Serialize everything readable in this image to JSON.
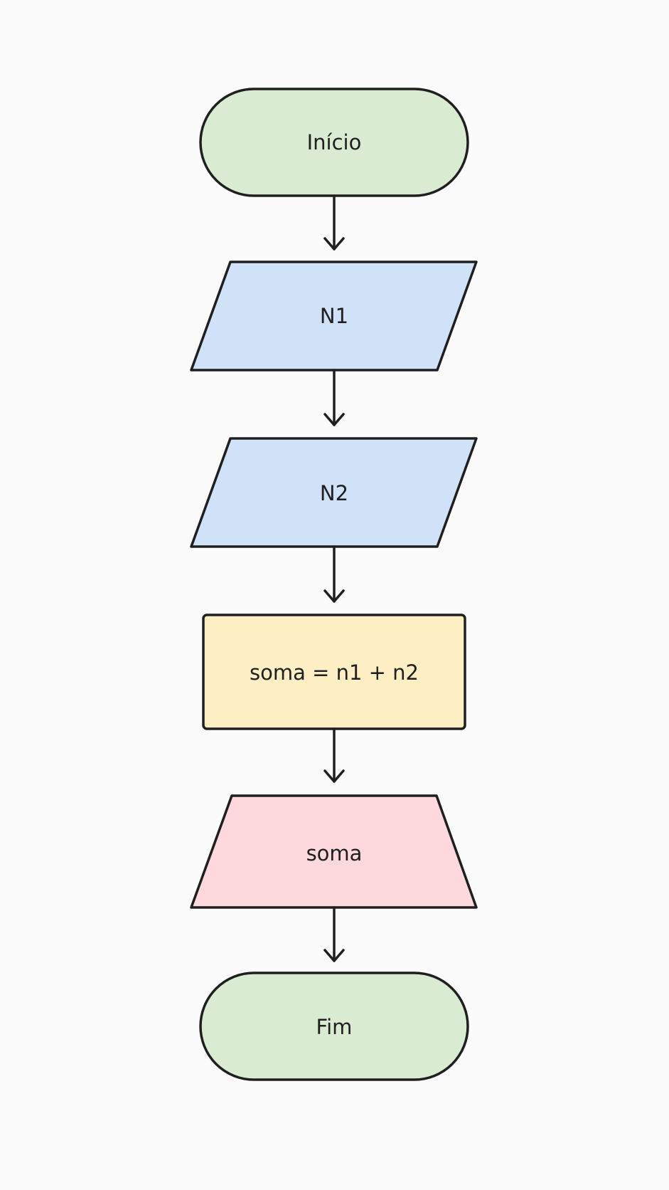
{
  "flowchart": {
    "colors": {
      "terminal": "#d9ecd1",
      "input": "#cfe2f8",
      "process": "#fdefc3",
      "output": "#fdd8dc",
      "stroke": "#1f1f1f",
      "background": "#fbfbfb"
    },
    "nodes": {
      "start": {
        "label": "Início",
        "shape": "terminal"
      },
      "input_n1": {
        "label": "N1",
        "shape": "input"
      },
      "input_n2": {
        "label": "N2",
        "shape": "input"
      },
      "process_sum": {
        "label": "soma = n1 + n2",
        "shape": "process"
      },
      "output_sum": {
        "label": "soma",
        "shape": "output"
      },
      "end": {
        "label": "Fim",
        "shape": "terminal"
      }
    },
    "edges": [
      {
        "from": "start",
        "to": "input_n1"
      },
      {
        "from": "input_n1",
        "to": "input_n2"
      },
      {
        "from": "input_n2",
        "to": "process_sum"
      },
      {
        "from": "process_sum",
        "to": "output_sum"
      },
      {
        "from": "output_sum",
        "to": "end"
      }
    ]
  }
}
